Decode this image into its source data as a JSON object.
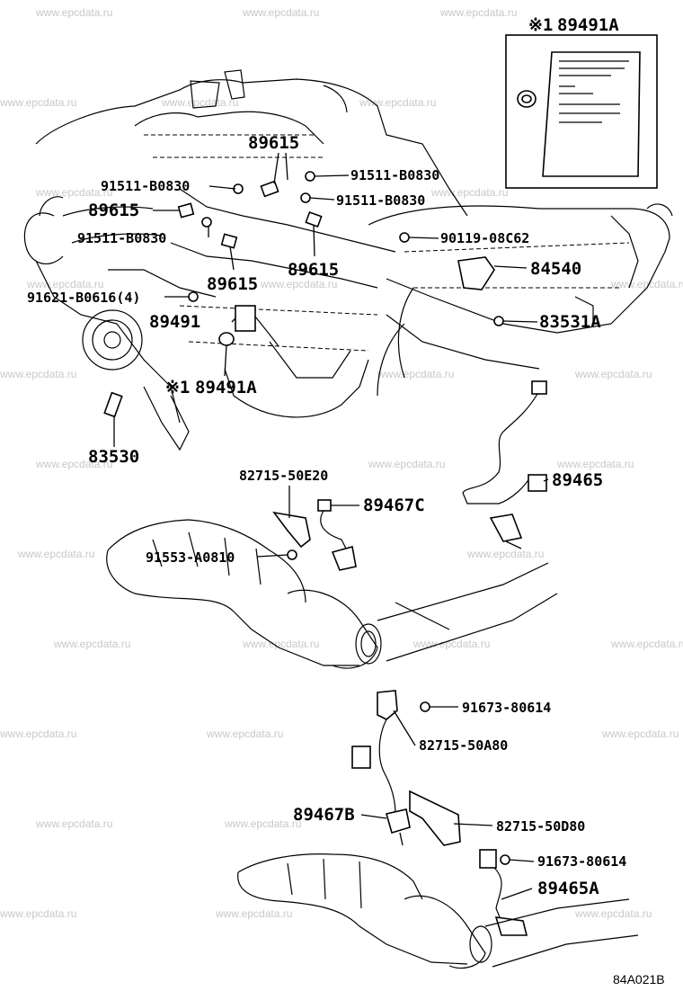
{
  "watermark": "www.epcdata.ru",
  "note_marker": "※1",
  "diagram_code": "84A021B",
  "labels": {
    "p89491A_box": "89491A",
    "p91511_1": "91511-B0830",
    "p89615_top": "89615",
    "p91511_2": "91511-B0830",
    "p91511_3": "91511-B0830",
    "p89615_left": "89615",
    "p91511_4": "91511-B0830",
    "p90119": "90119-08C62",
    "p89615_mid": "89615",
    "p84540": "84540",
    "p89615_low": "89615",
    "p91621": "91621-B0616(4)",
    "p89491": "89491",
    "p83531A": "83531A",
    "p89491A": "89491A",
    "p83530": "83530",
    "p82715_50E20": "82715-50E20",
    "p89467C": "89467C",
    "p89465": "89465",
    "p91553": "91553-A0810",
    "p91673_1": "91673-80614",
    "p82715_50A80": "82715-50A80",
    "p89467B": "89467B",
    "p82715_50D80": "82715-50D80",
    "p91673_2": "91673-80614",
    "p89465A": "89465A"
  }
}
